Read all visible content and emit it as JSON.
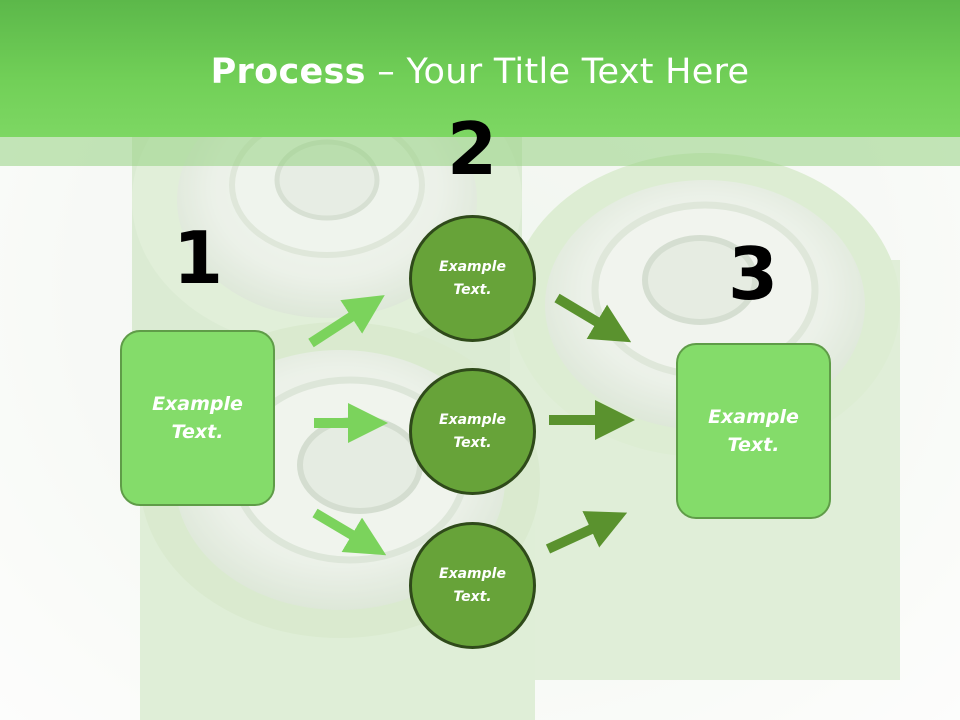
{
  "title": {
    "bold": "Process",
    "rest": " – Your Title Text Here"
  },
  "steps": {
    "one": "1",
    "two": "2",
    "three": "3"
  },
  "left_box": {
    "text": "Example\nText."
  },
  "right_box": {
    "text": "Example\nText."
  },
  "circles": [
    {
      "text": "Example\nText."
    },
    {
      "text": "Example\nText."
    },
    {
      "text": "Example\nText."
    }
  ],
  "colors": {
    "header": "#72d058",
    "box_fill": "#84dc6a",
    "circle_fill": "#67a339",
    "circle_border": "#2f4a1a",
    "arrow_light": "#7bd35c",
    "arrow_dark": "#5a922e"
  }
}
